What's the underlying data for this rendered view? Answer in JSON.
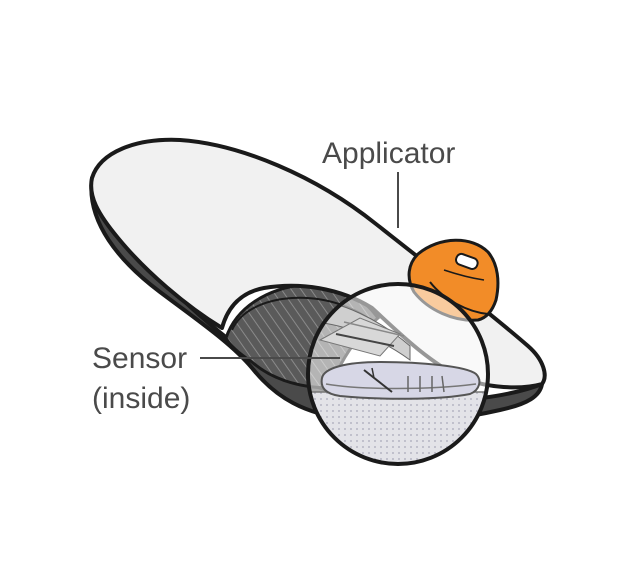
{
  "labels": {
    "applicator": "Applicator",
    "sensor_line1": "Sensor",
    "sensor_line2": "(inside)"
  },
  "colors": {
    "applicator_tab": "#F28C28",
    "outline": "#1a1a1a",
    "body_fill": "#f1f1f1",
    "base_dark": "#4a4a4a",
    "label_text": "#4a4a4a"
  }
}
